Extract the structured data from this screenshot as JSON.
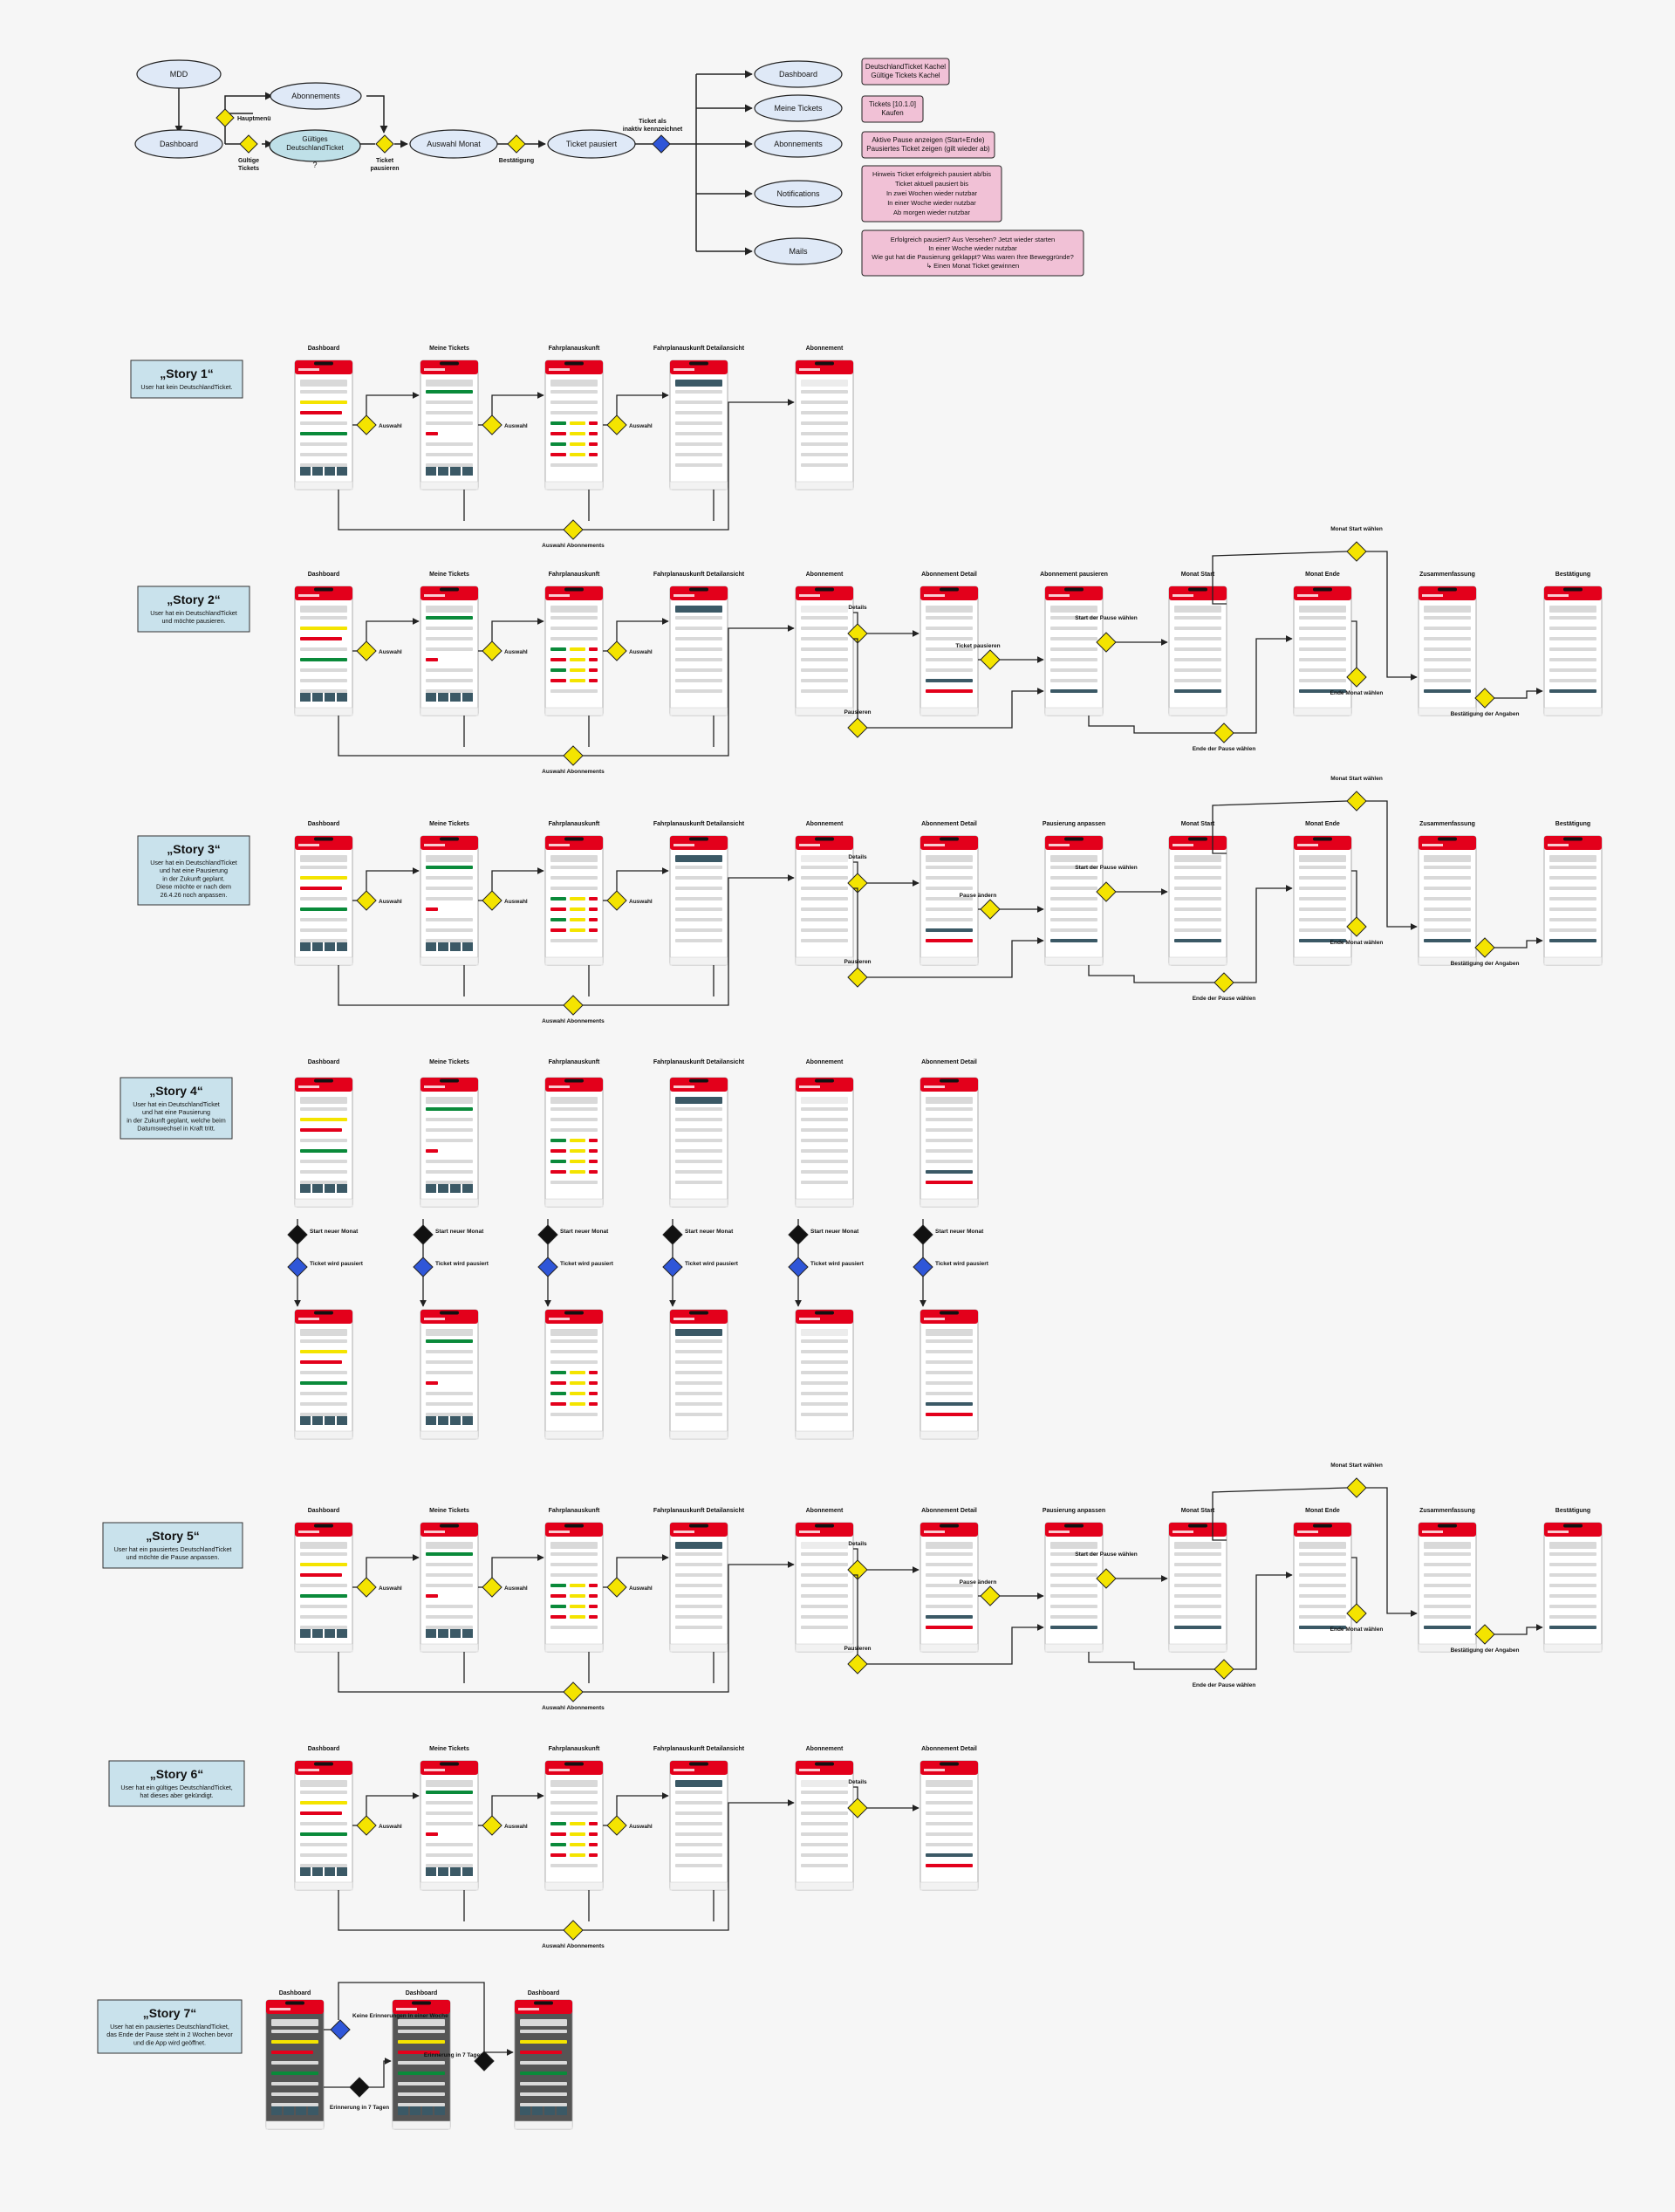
{
  "flow": {
    "nodes": {
      "mdd": "MDD",
      "dashboard": "Dashboard",
      "abonnements": "Abonnements",
      "gueltiges": "Gültiges DeutschlandTicket",
      "auswahl_monat": "Auswahl Monat",
      "ticket_pausiert": "Ticket pausiert",
      "t_dashboard": "Dashboard",
      "t_meine_tickets": "Meine Tickets",
      "t_abonnements": "Abonnements",
      "t_notifications": "Notifications",
      "t_mails": "Mails"
    },
    "edge_labels": {
      "hauptmenue": "Hauptmenü",
      "gueltige_tickets": "Gültige Tickets",
      "ticket_pausieren": "Ticket pausieren",
      "bestaetigung": "Bestätigung",
      "inaktiv": "Ticket als inaktiv kennzeichnet",
      "question": "?"
    },
    "notes": {
      "n1": "DeutschlandTicket Kachel\nGültige Tickets Kachel",
      "n2": "Tickets [10.1.0]\nKaufen",
      "n3": "Aktive Pause anzeigen (Start+Ende)\nPausiertes Ticket zeigen (gilt wieder ab)",
      "n4": "Hinweis Ticket erfolgreich pausiert ab/bis\nTicket aktuell pausiert bis\nIn zwei Wochen wieder nutzbar\nIn einer Woche wieder nutzbar\nAb morgen wieder nutzbar",
      "n5": "Erfolgreich pausiert? Aus Versehen? Jetzt wieder starten\nIn einer Woche wieder nutzbar\nWie gut hat die Pausierung geklappt? Was waren Ihre Beweggründe?\n↳ Einen Monat Ticket gewinnen"
    }
  },
  "screen_titles": {
    "dashboard": "Dashboard",
    "meine_tickets": "Meine Tickets",
    "fahrplan": "Fahrplanauskunft",
    "fahrplan_detail": "Fahrplanauskunft Detailansicht",
    "abonnement": "Abonnement",
    "abo_detail": "Abonnement Detail",
    "abo_pausieren": "Abonnement pausieren",
    "pausierung_anpassen": "Pausierung anpassen",
    "monat_start": "Monat Start",
    "monat_ende": "Monat Ende",
    "zusammenfassung": "Zusammenfassung",
    "bestaetigung": "Bestätigung"
  },
  "flow_labels": {
    "auswahl": "Auswahl",
    "auswahl_abonnements": "Auswahl Abonnements",
    "details": "Details",
    "pausieren": "Pausieren",
    "ticket_pausieren": "Ticket pausieren",
    "pause_aendern": "Pause ändern",
    "start_der_pause": "Start der Pause wählen",
    "monat_start_waehlen": "Monat Start wählen",
    "ende_monat": "Ende Monat wählen",
    "ende_der_pause": "Ende der Pause wählen",
    "bestaetigung_angaben": "Bestätigung der Angaben",
    "start_neuer_monat": "Start neuer Monat",
    "ticket_wird_pausiert": "Ticket wird pausiert",
    "keine_erinnerung": "Keine Erinnerungen in einer Woche",
    "erinnerung_7": "Erinnerung in 7 Tagen"
  },
  "stories": [
    {
      "title": "„Story 1“",
      "desc": "User hat kein DeutschlandTicket."
    },
    {
      "title": "„Story 2“",
      "desc": "User hat ein DeutschlandTicket\nund möchte pausieren."
    },
    {
      "title": "„Story 3“",
      "desc": "User hat ein DeutschlandTicket\nund hat eine Pausierung\nin der Zukunft geplant.\nDiese möchte er nach dem\n26.4.26 noch anpassen."
    },
    {
      "title": "„Story 4“",
      "desc": "User hat ein DeutschlandTicket\nund hat eine Pausierung\nin der Zukunft geplant, welche beim\nDatumswechsel in Kraft tritt."
    },
    {
      "title": "„Story 5“",
      "desc": "User hat ein pausiertes DeutschlandTicket\nund möchte die Pause anpassen."
    },
    {
      "title": "„Story 6“",
      "desc": "User hat ein gültiges DeutschlandTicket,\nhat dieses aber gekündigt."
    },
    {
      "title": "„Story 7“",
      "desc": "User hat ein pausiertes DeutschlandTicket,\ndas Ende der Pause steht in 2 Wochen bevor\nund die App wird geöffnet."
    }
  ],
  "colors": {
    "red": "#e3001b",
    "yellow": "#f4e400",
    "blue": "#2f56d8",
    "pink": "#f1c1d6",
    "lightblue": "#c9e2ec",
    "nodefill": "#dfe9f7",
    "teal": "#3b5966",
    "green": "#0a8a3a"
  }
}
